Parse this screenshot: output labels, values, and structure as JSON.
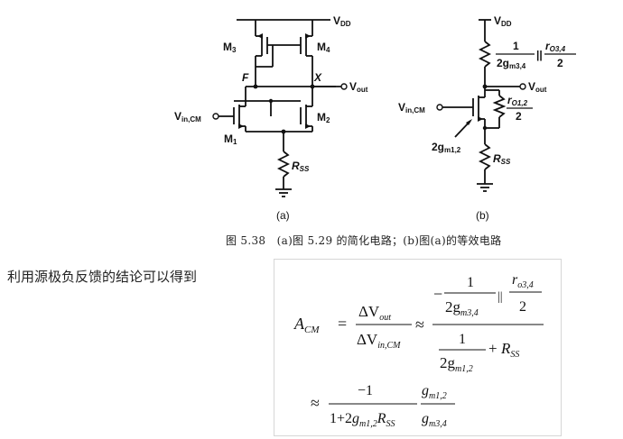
{
  "figure_a": {
    "labels": {
      "vdd": "V",
      "vdd_sub": "DD",
      "m3": "M",
      "m3_sub": "3",
      "m4": "M",
      "m4_sub": "4",
      "f": "F",
      "x": "X",
      "vout": "V",
      "vout_sub": "out",
      "vin": "V",
      "vin_sub": "in,CM",
      "m1": "M",
      "m1_sub": "1",
      "m2": "M",
      "m2_sub": "2",
      "rss": "R",
      "rss_sub": "SS",
      "panel": "(a)"
    }
  },
  "figure_b": {
    "labels": {
      "vdd": "V",
      "vdd_sub": "DD",
      "frac_num": "1",
      "frac_den": "2g",
      "frac_den_sub": "m3,4",
      "parallel": "||",
      "ro34": "r",
      "ro34_sub": "O3,4",
      "ro34_den": "2",
      "vout": "V",
      "vout_sub": "out",
      "vin": "V",
      "vin_sub": "in,CM",
      "ro12": "r",
      "ro12_sub": "O1,2",
      "ro12_den": "2",
      "gm": "2g",
      "gm_sub": "m1,2",
      "rss": "R",
      "rss_sub": "SS",
      "panel": "(b)"
    }
  },
  "caption": "图 5.38　(a)图 5.29 的简化电路；(b)图(a)的等效电路",
  "body_text": "利用源极负反馈的结论可以得到",
  "equation": {
    "lhs": "A",
    "lhs_sub": "CM",
    "eq": "=",
    "delta_vout": "ΔV",
    "delta_vout_sub": "out",
    "delta_vin": "ΔV",
    "delta_vin_sub": "in,CM",
    "approx": "≈",
    "minus": "−",
    "one": "1",
    "two_g": "2g",
    "m34": "m3,4",
    "parallel": "||",
    "r": "r",
    "o34": "o3,4",
    "two": "2",
    "m12": "m1,2",
    "plus": "+",
    "R": "R",
    "SS": "SS",
    "approx2": "≈",
    "neg_one": "−1",
    "den2": "1+2",
    "g": "g",
    "m12b": "m1,2",
    "m34b": "m3,4"
  }
}
